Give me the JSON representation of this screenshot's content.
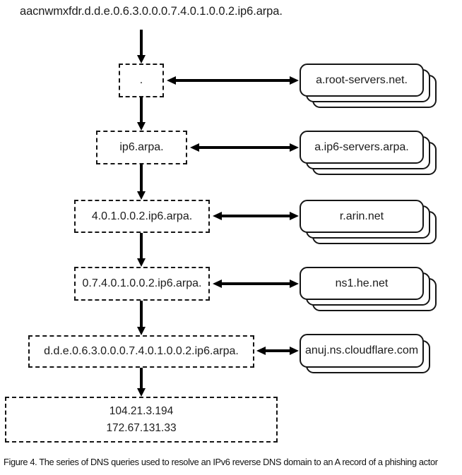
{
  "title": "aacnwmxfdr.d.d.e.0.6.3.0.0.0.7.4.0.1.0.0.2.ip6.arpa.",
  "caption": "Figure 4. The series of DNS queries used to resolve an IPv6 reverse DNS domain to an A record of a phishing actor",
  "colors": {
    "line": "#000000",
    "text": "#1c1c1c",
    "background": "#ffffff"
  },
  "rows": [
    {
      "query_zone": ".",
      "nameserver": "a.root-servers.net.",
      "stack_layers": 3
    },
    {
      "query_zone": "ip6.arpa.",
      "nameserver": "a.ip6-servers.arpa.",
      "stack_layers": 3
    },
    {
      "query_zone": "4.0.1.0.0.2.ip6.arpa.",
      "nameserver": "r.arin.net",
      "stack_layers": 3
    },
    {
      "query_zone": "0.7.4.0.1.0.0.2.ip6.arpa.",
      "nameserver": "ns1.he.net",
      "stack_layers": 3
    },
    {
      "query_zone": "d.d.e.0.6.3.0.0.0.7.4.0.1.0.0.2.ip6.arpa.",
      "nameserver": "anuj.ns.cloudflare.com",
      "stack_layers": 2
    }
  ],
  "result": {
    "a_records": [
      "104.21.3.194",
      "172.67.131.33"
    ]
  }
}
